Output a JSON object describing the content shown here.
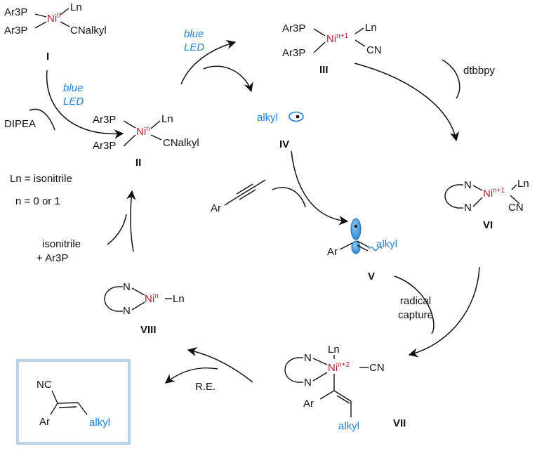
{
  "colors": {
    "nickel": "#b01c2e",
    "alkyl_blue": "#1f7fcf",
    "box": "#b7d4ec",
    "ink": "#111111"
  },
  "complexes": {
    "I": {
      "label": "I",
      "ligand1": "Ar3P",
      "ligand2": "Ar3P",
      "metal": "Ni",
      "ox": "II",
      "top": "Ln",
      "cn": "CN",
      "alkyl": "alkyl"
    },
    "II": {
      "label": "II",
      "ligand1": "Ar3P",
      "ligand2": "Ar3P",
      "metal": "Ni",
      "ox": "n",
      "top": "Ln",
      "cn": "CN",
      "alkyl": "alkyl"
    },
    "III": {
      "label": "III",
      "ligand1": "Ar3P",
      "ligand2": "Ar3P",
      "metal": "Ni",
      "ox": "n+1",
      "top": "Ln",
      "cn": "CN"
    },
    "IV": {
      "label": "IV",
      "species": "alkyl"
    },
    "V": {
      "label": "V",
      "ar": "Ar",
      "alkyl": "alkyl"
    },
    "VI": {
      "label": "VI",
      "n": "N",
      "metal": "Ni",
      "ox": "n+1",
      "top": "Ln",
      "cn": "CN"
    },
    "VII": {
      "label": "VII",
      "n": "N",
      "metal": "Ni",
      "ox": "n+2",
      "top": "Ln",
      "cn": "CN",
      "ar": "Ar",
      "alkyl": "alkyl"
    },
    "VIII": {
      "label": "VIII",
      "n": "N",
      "metal": "Ni",
      "ox": "n",
      "ln": "Ln"
    }
  },
  "reagents": {
    "blue_led_1": [
      "blue",
      "LED"
    ],
    "blue_led_2": [
      "blue",
      "LED"
    ],
    "dipea": "DIPEA",
    "dtbbpy": "dtbbpy",
    "alkyne_ar": "Ar",
    "radical_capture": [
      "radical",
      "capture"
    ],
    "isonitrile": [
      "isonitrile",
      "+ Ar3P"
    ],
    "re": "R.E."
  },
  "notes": {
    "ln_def": "Ln = isonitrile",
    "n_def": "n = 0 or 1"
  },
  "product": {
    "nc": "NC",
    "ar": "Ar",
    "alkyl": "alkyl"
  }
}
